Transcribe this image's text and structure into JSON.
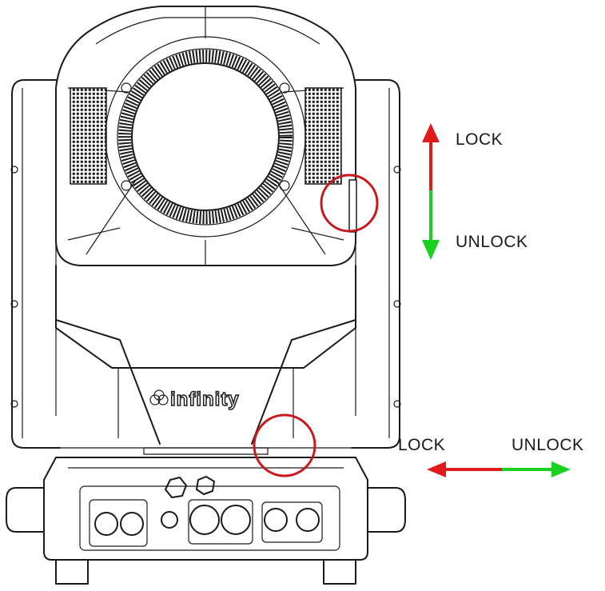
{
  "brand": {
    "logo_text": "infinity"
  },
  "vertical_lock": {
    "top_label": "LOCK",
    "bottom_label": "UNLOCK"
  },
  "horizontal_lock": {
    "left_label": "LOCK",
    "right_label": "UNLOCK"
  },
  "colors": {
    "lock": "#e01b1b",
    "unlock": "#19d11f",
    "highlight_circle": "#c8191c",
    "line": "#1a1a1a"
  }
}
